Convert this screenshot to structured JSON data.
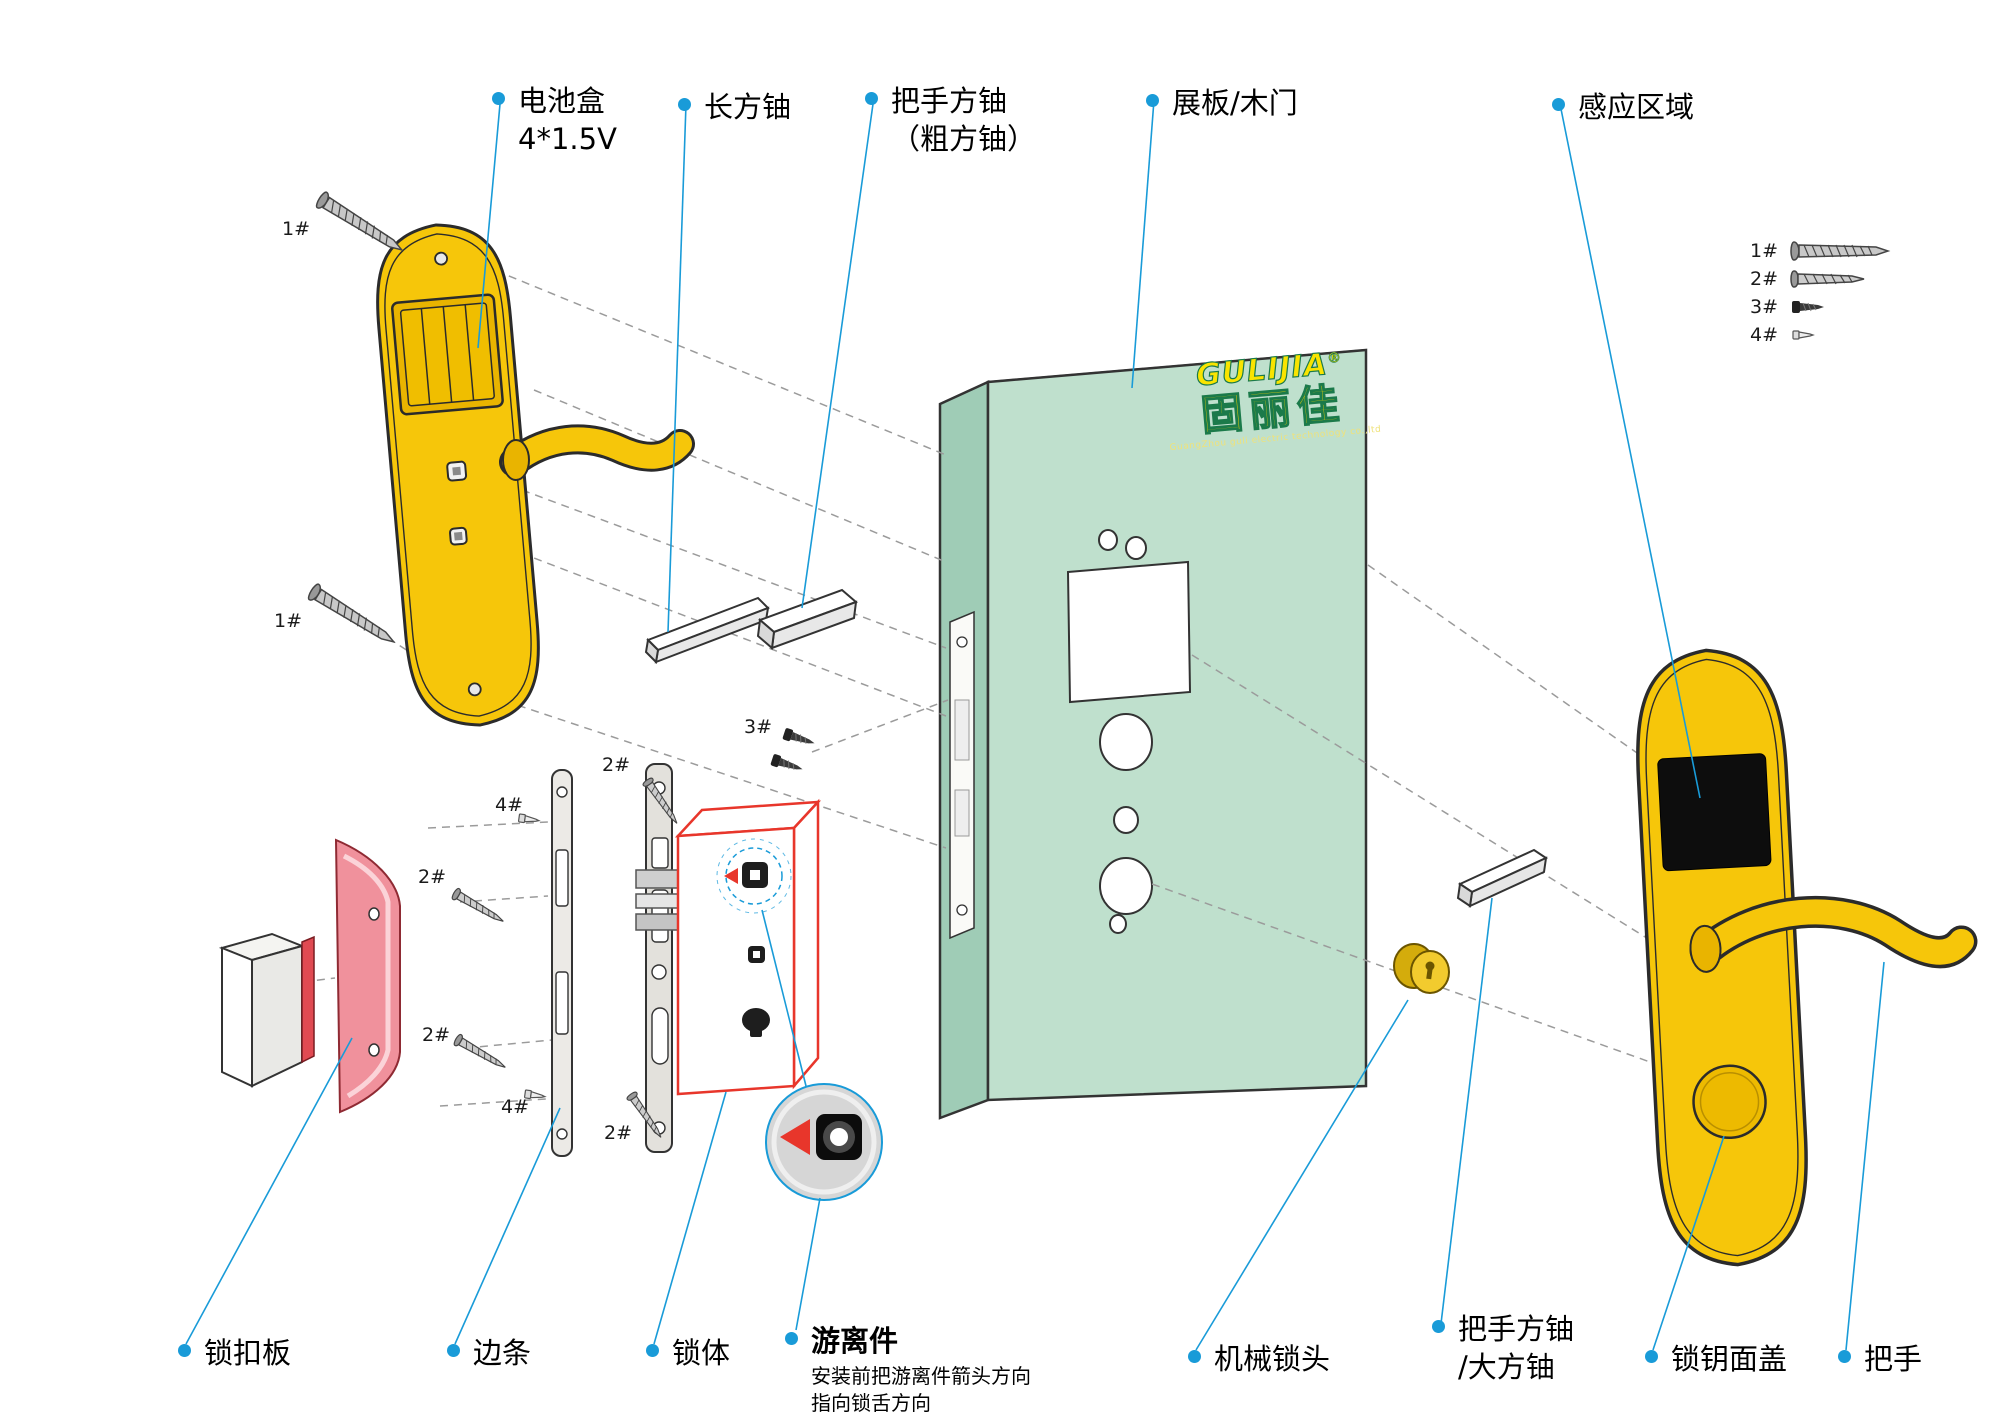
{
  "colors": {
    "callout_blue": "#199bd8",
    "panel_yellow": "#f6c60a",
    "door_green": "#bfe0cd",
    "lock_body_red": "#e8362b",
    "strike_pink": "#f0919c",
    "sensor_black": "#111111"
  },
  "top_callouts": {
    "battery_box": {
      "lines": [
        "电池盒",
        "4*1.5V"
      ]
    },
    "long_spindle": {
      "lines": [
        "长方铀"
      ]
    },
    "handle_spindle": {
      "lines": [
        "把手方铀",
        "（粗方铀）"
      ]
    },
    "door": {
      "lines": [
        "展板/木门"
      ]
    },
    "sensor_area": {
      "lines": [
        "感应区域"
      ]
    }
  },
  "bottom_callouts": {
    "strike_plate": {
      "label": "锁扣板"
    },
    "edge_strip": {
      "label": "边条"
    },
    "lock_body": {
      "label": "锁体"
    },
    "free_part": {
      "label": "游离件",
      "note_lines": [
        "安装前把游离件箭头方向",
        "指向锁舌方向"
      ]
    },
    "cylinder": {
      "label": "机械锁头"
    },
    "big_spindle": {
      "lines": [
        "把手方铀",
        "/大方铀"
      ]
    },
    "key_cover": {
      "label": "锁钥面盖"
    },
    "handle": {
      "label": "把手"
    }
  },
  "screw_marks": {
    "n1": "1#",
    "n2": "2#",
    "n3": "3#",
    "n4": "4#"
  },
  "logo": {
    "en": "GULIJIA",
    "reg": "®",
    "cn": "固丽佳",
    "sub": "GuangZhou guli electric technology co.,ltd"
  }
}
